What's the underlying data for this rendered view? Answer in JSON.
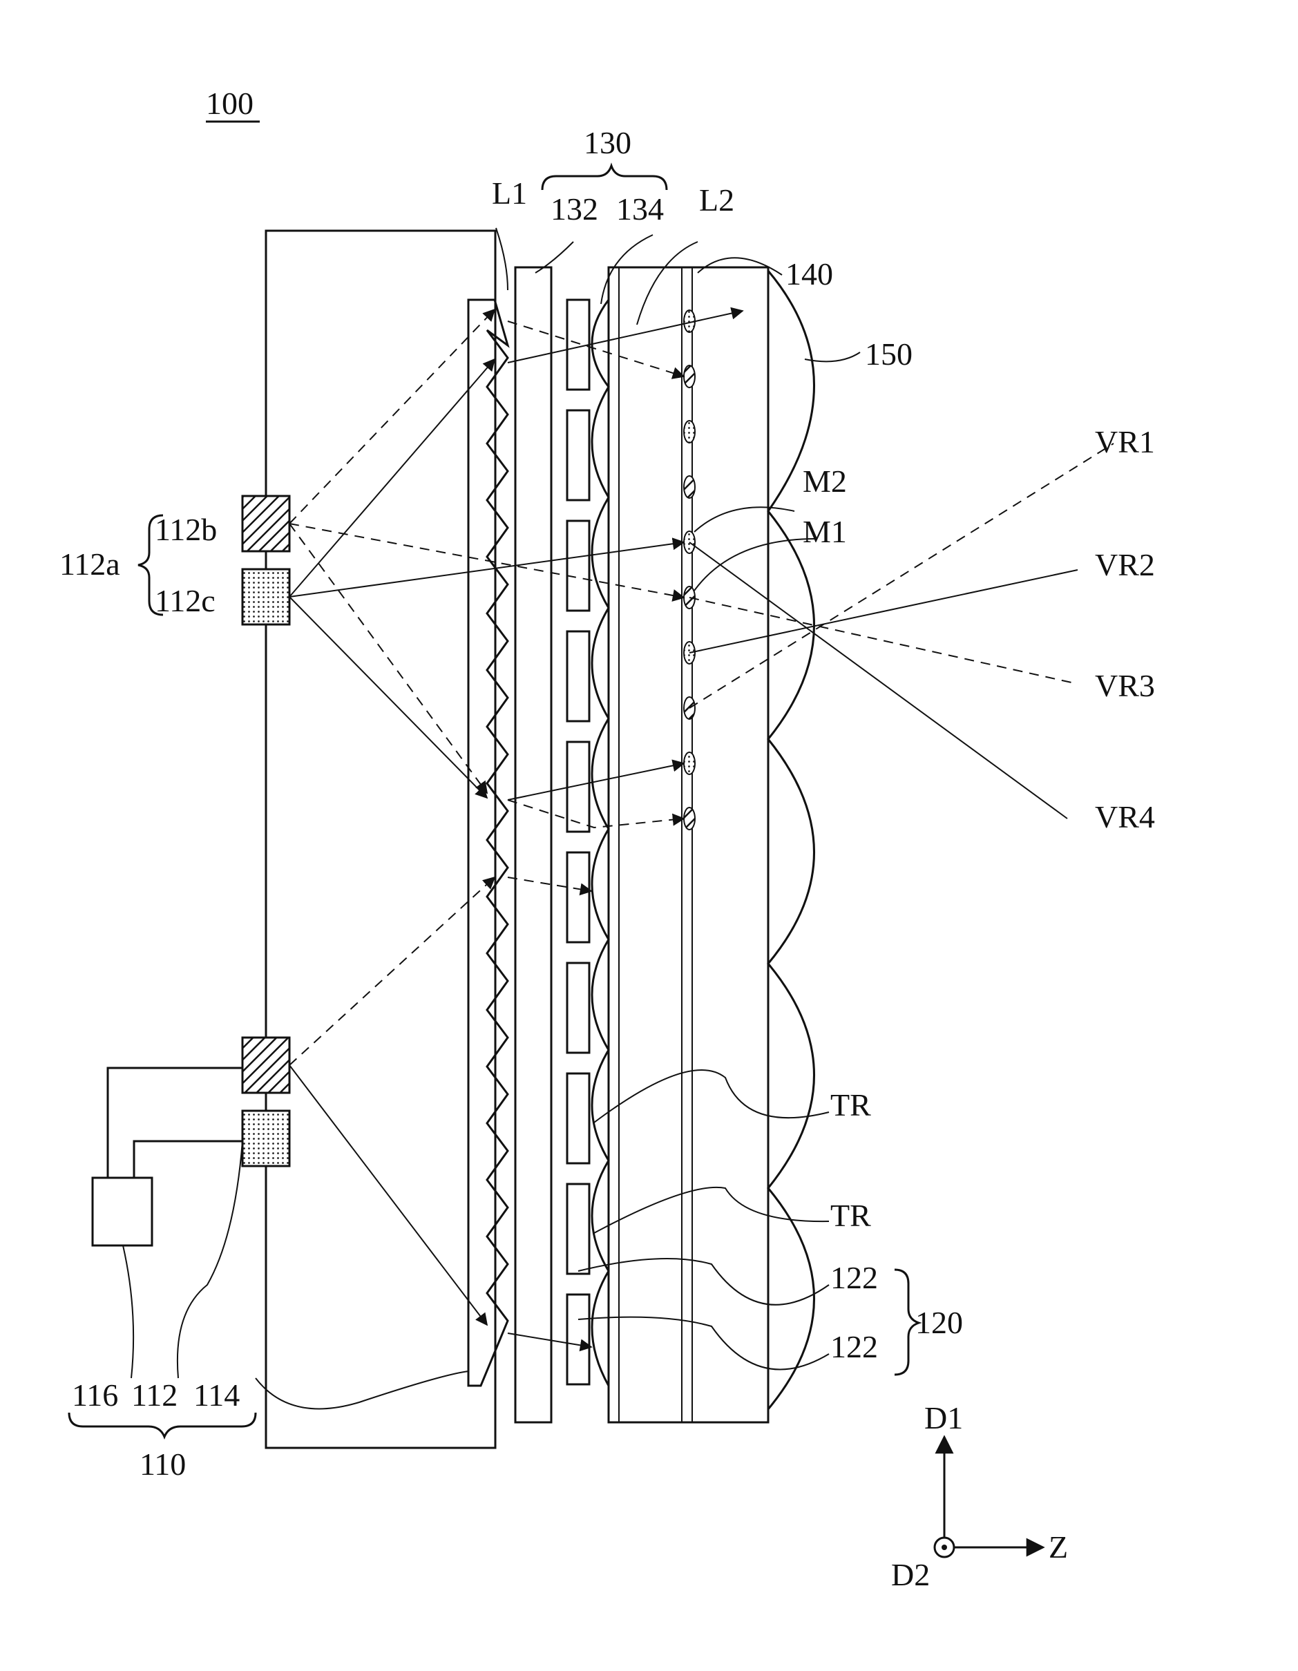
{
  "figure": {
    "number_label": "100",
    "labels": {
      "l130": "130",
      "l132": "132",
      "l134": "134",
      "L1": "L1",
      "L2": "L2",
      "l140": "140",
      "l150": "150",
      "l112a": "112a",
      "l112b": "112b",
      "l112c": "112c",
      "M1": "M1",
      "M2": "M2",
      "VR1": "VR1",
      "VR2": "VR2",
      "VR3": "VR3",
      "VR4": "VR4",
      "TR_upper": "TR",
      "TR_lower": "TR",
      "l122_upper": "122",
      "l122_lower": "122",
      "l120": "120",
      "l116": "116",
      "l112": "112",
      "l114": "114",
      "l110": "110",
      "D1": "D1",
      "D2": "D2",
      "Z": "Z"
    }
  }
}
